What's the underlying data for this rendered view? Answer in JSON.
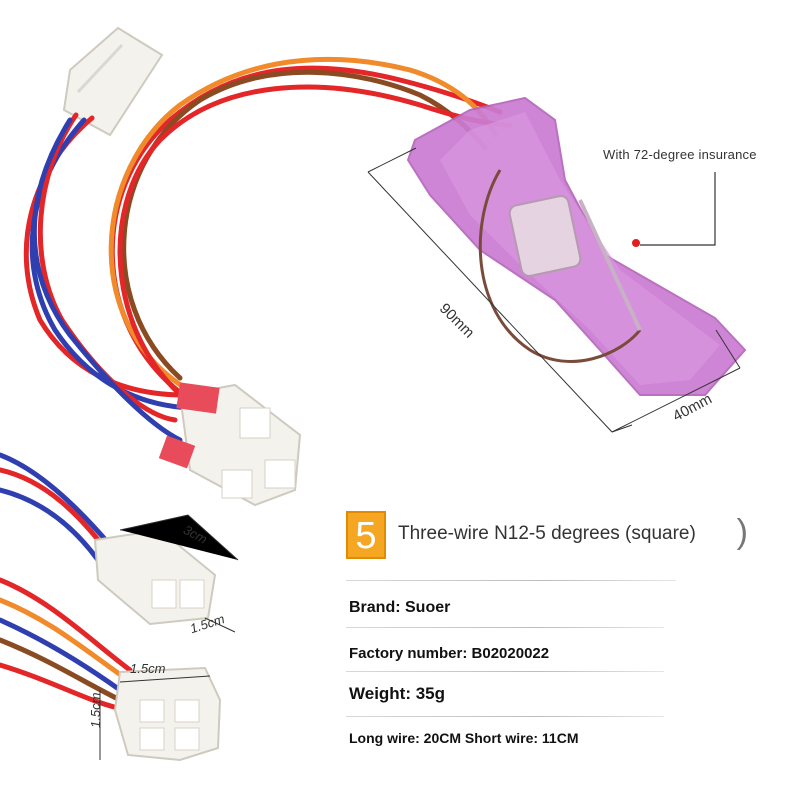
{
  "callout": {
    "text": "With 72-degree insurance"
  },
  "dimensions": {
    "length": "90mm",
    "width": "40mm",
    "plug_small_width": "3cm",
    "plug_small_height": "1.5cm",
    "plug_large_width": "1.5cm",
    "plug_large_height": "1.5cm"
  },
  "product": {
    "badge": "5",
    "title": "Three-wire N12-5 degrees (square)",
    "paren": ")"
  },
  "specs": {
    "brand": "Brand: Suoer",
    "factory_number": "Factory number: B02020022",
    "weight": "Weight: 35g",
    "wires": "Long wire: 20CM Short wire: 11CM"
  },
  "colors": {
    "housing_pink": "#cc7bd2",
    "badge_orange": "#f5a623",
    "wire_red": "#e32628",
    "wire_blue": "#2f3fb0",
    "wire_orange": "#f08a2a",
    "wire_brown": "#8a4a22",
    "connector_white": "#f4f2ec",
    "callout_red": "#e02020"
  }
}
